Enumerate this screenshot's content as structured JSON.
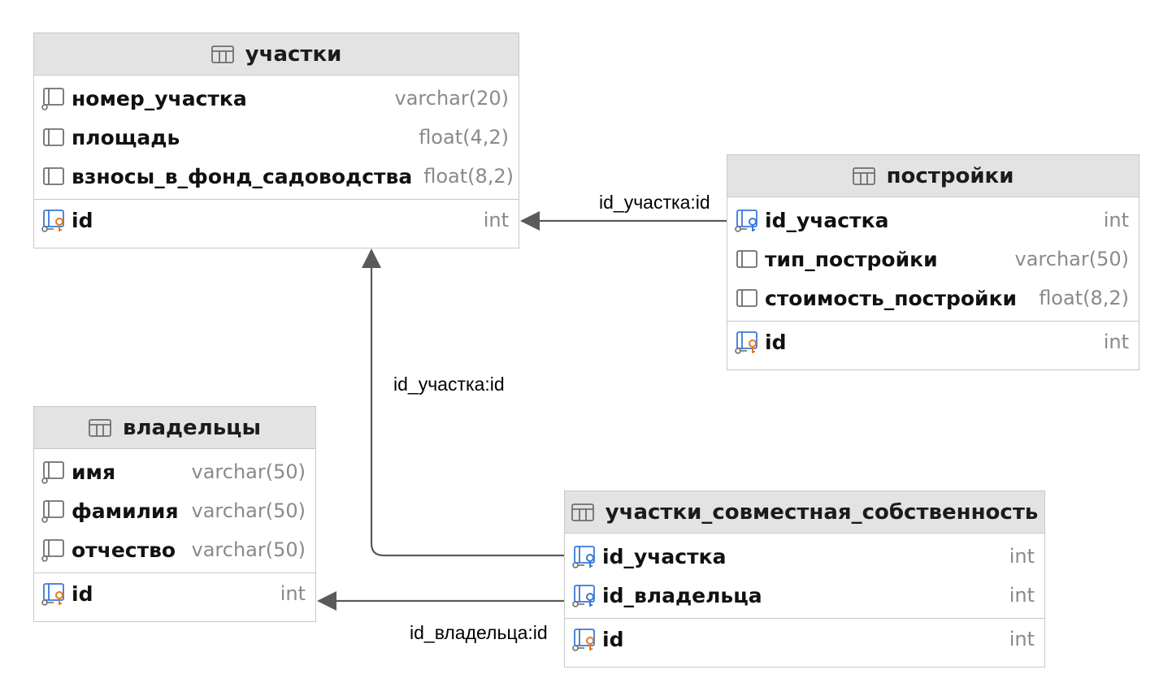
{
  "colors": {
    "header_bg": "#e3e3e3",
    "border": "#c8c8c8",
    "edge": "#5a5a5a",
    "type_text": "#8a8a8a",
    "pk_key": "#e07a1f",
    "fk_key": "#3a78d8"
  },
  "tables": {
    "plots": {
      "name": "участки",
      "columns": [
        {
          "name": "номер_участка",
          "type": "varchar(20)"
        },
        {
          "name": "площадь",
          "type": "float(4,2)"
        },
        {
          "name": "взносы_в_фонд_садоводства",
          "type": "float(8,2)"
        }
      ],
      "keys": [
        {
          "name": "id",
          "type": "int",
          "icon": "primary-key-icon"
        }
      ]
    },
    "buildings": {
      "name": "постройки",
      "columns": [
        {
          "name": "id_участка",
          "type": "int",
          "icon": "foreign-key-icon"
        },
        {
          "name": "тип_постройки",
          "type": "varchar(50)"
        },
        {
          "name": "стоимость_постройки",
          "type": "float(8,2)"
        }
      ],
      "keys": [
        {
          "name": "id",
          "type": "int",
          "icon": "primary-key-icon"
        }
      ]
    },
    "owners": {
      "name": "владельцы",
      "columns": [
        {
          "name": "имя",
          "type": "varchar(50)"
        },
        {
          "name": "фамилия",
          "type": "varchar(50)"
        },
        {
          "name": "отчество",
          "type": "varchar(50)"
        }
      ],
      "keys": [
        {
          "name": "id",
          "type": "int",
          "icon": "primary-key-icon"
        }
      ]
    },
    "coownership": {
      "name": "участки_совместная_собственность",
      "columns": [
        {
          "name": "id_участка",
          "type": "int",
          "icon": "foreign-key-icon"
        },
        {
          "name": "id_владельца",
          "type": "int",
          "icon": "foreign-key-icon"
        }
      ],
      "keys": [
        {
          "name": "id",
          "type": "int",
          "icon": "primary-key-icon"
        }
      ]
    }
  },
  "relations": [
    {
      "label": "id_участка:id",
      "from": "постройки.id_участка",
      "to": "участки.id"
    },
    {
      "label": "id_участка:id",
      "from": "участки_совместная_собственность.id_участка",
      "to": "участки.id"
    },
    {
      "label": "id_владельца:id",
      "from": "участки_совместная_собственность.id_владельца",
      "to": "владельцы.id"
    }
  ]
}
